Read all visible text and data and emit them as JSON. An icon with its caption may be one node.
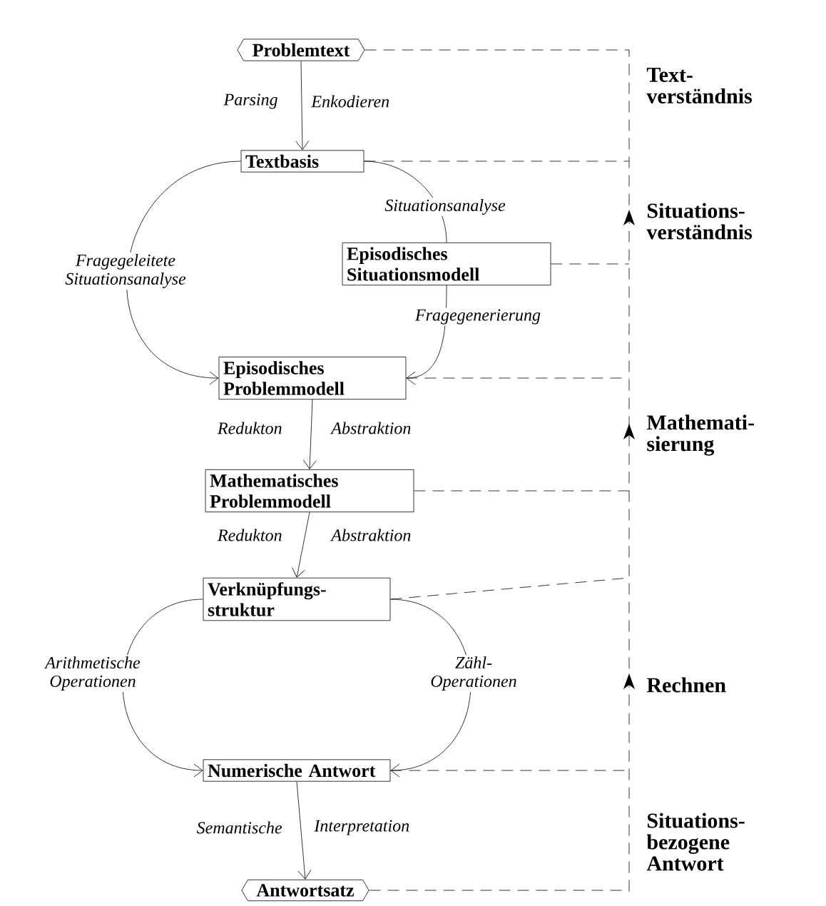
{
  "diagram": {
    "nodes": [
      {
        "text": [
          "Problemtext"
        ]
      },
      {
        "text": [
          "Textbasis"
        ]
      },
      {
        "text": [
          "Episodisches Situationsmodell"
        ]
      },
      {
        "text": [
          "Episodisches Problemmodell"
        ]
      },
      {
        "text": [
          "Mathematisches Problemmodell"
        ]
      },
      {
        "text": [
          "Verknüpfungs- struktur"
        ]
      },
      {
        "text": [
          "Numerische Antwort"
        ]
      },
      {
        "text": [
          "Antwortsatz"
        ]
      }
    ],
    "edges": [
      {
        "from": 0,
        "to": 1,
        "arrow": "to"
      },
      {
        "from": 1,
        "to": 3,
        "arrow": "to",
        "label": "Fragegeleitete Situationsanalyse"
      },
      {
        "from": 1,
        "to": 2,
        "arrow": "none",
        "label": "Situationsanalyse"
      },
      {
        "from": 2,
        "to": 3,
        "arrow": "to",
        "label": "Fragegenerierung"
      },
      {
        "from": 3,
        "to": 4,
        "arrow": "to"
      },
      {
        "from": 4,
        "to": 5,
        "arrow": "to"
      },
      {
        "from": 5,
        "to": 6,
        "arrow": "to",
        "label": "Arithmetische Operationen"
      },
      {
        "from": 5,
        "to": 6,
        "arrow": "to",
        "label": "Zähl- Operationen"
      },
      {
        "from": 6,
        "to": 7,
        "arrow": "to"
      }
    ],
    "labels": [
      "Parsing",
      "Enkodieren",
      "Text- verständnis",
      "Situations- verständnis",
      "Redukton",
      "Abstraktion",
      "Mathemati- sierung",
      "Redukton",
      "Abstraktion",
      "Rechnen",
      "Semantische",
      "Interpretation",
      "Situations- bezogene Antwort"
    ]
  }
}
